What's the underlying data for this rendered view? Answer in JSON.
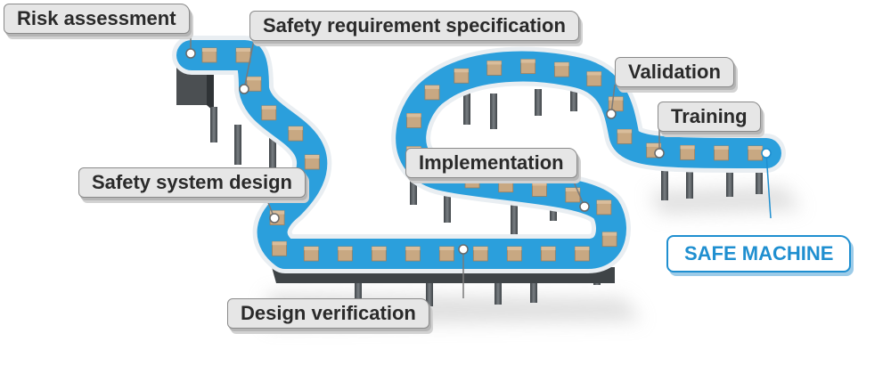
{
  "stages": [
    {
      "key": "risk",
      "label": "Risk assessment"
    },
    {
      "key": "srs",
      "label": "Safety requirement specification"
    },
    {
      "key": "validation",
      "label": "Validation"
    },
    {
      "key": "training",
      "label": "Training"
    },
    {
      "key": "implementation",
      "label": "Implementation"
    },
    {
      "key": "design",
      "label": "Safety system design"
    },
    {
      "key": "verification",
      "label": "Design verification"
    }
  ],
  "final": {
    "label": "SAFE MACHINE"
  },
  "colors": {
    "belt": "#2b9fdc",
    "belt_edge": "#e9eef2",
    "box": "#c8a882",
    "box_top": "#d9bd9b",
    "leg": "#5a5f63",
    "label_bg": "#e6e6e6",
    "label_border": "#8a8a8a",
    "final_accent": "#1f8fd0"
  }
}
